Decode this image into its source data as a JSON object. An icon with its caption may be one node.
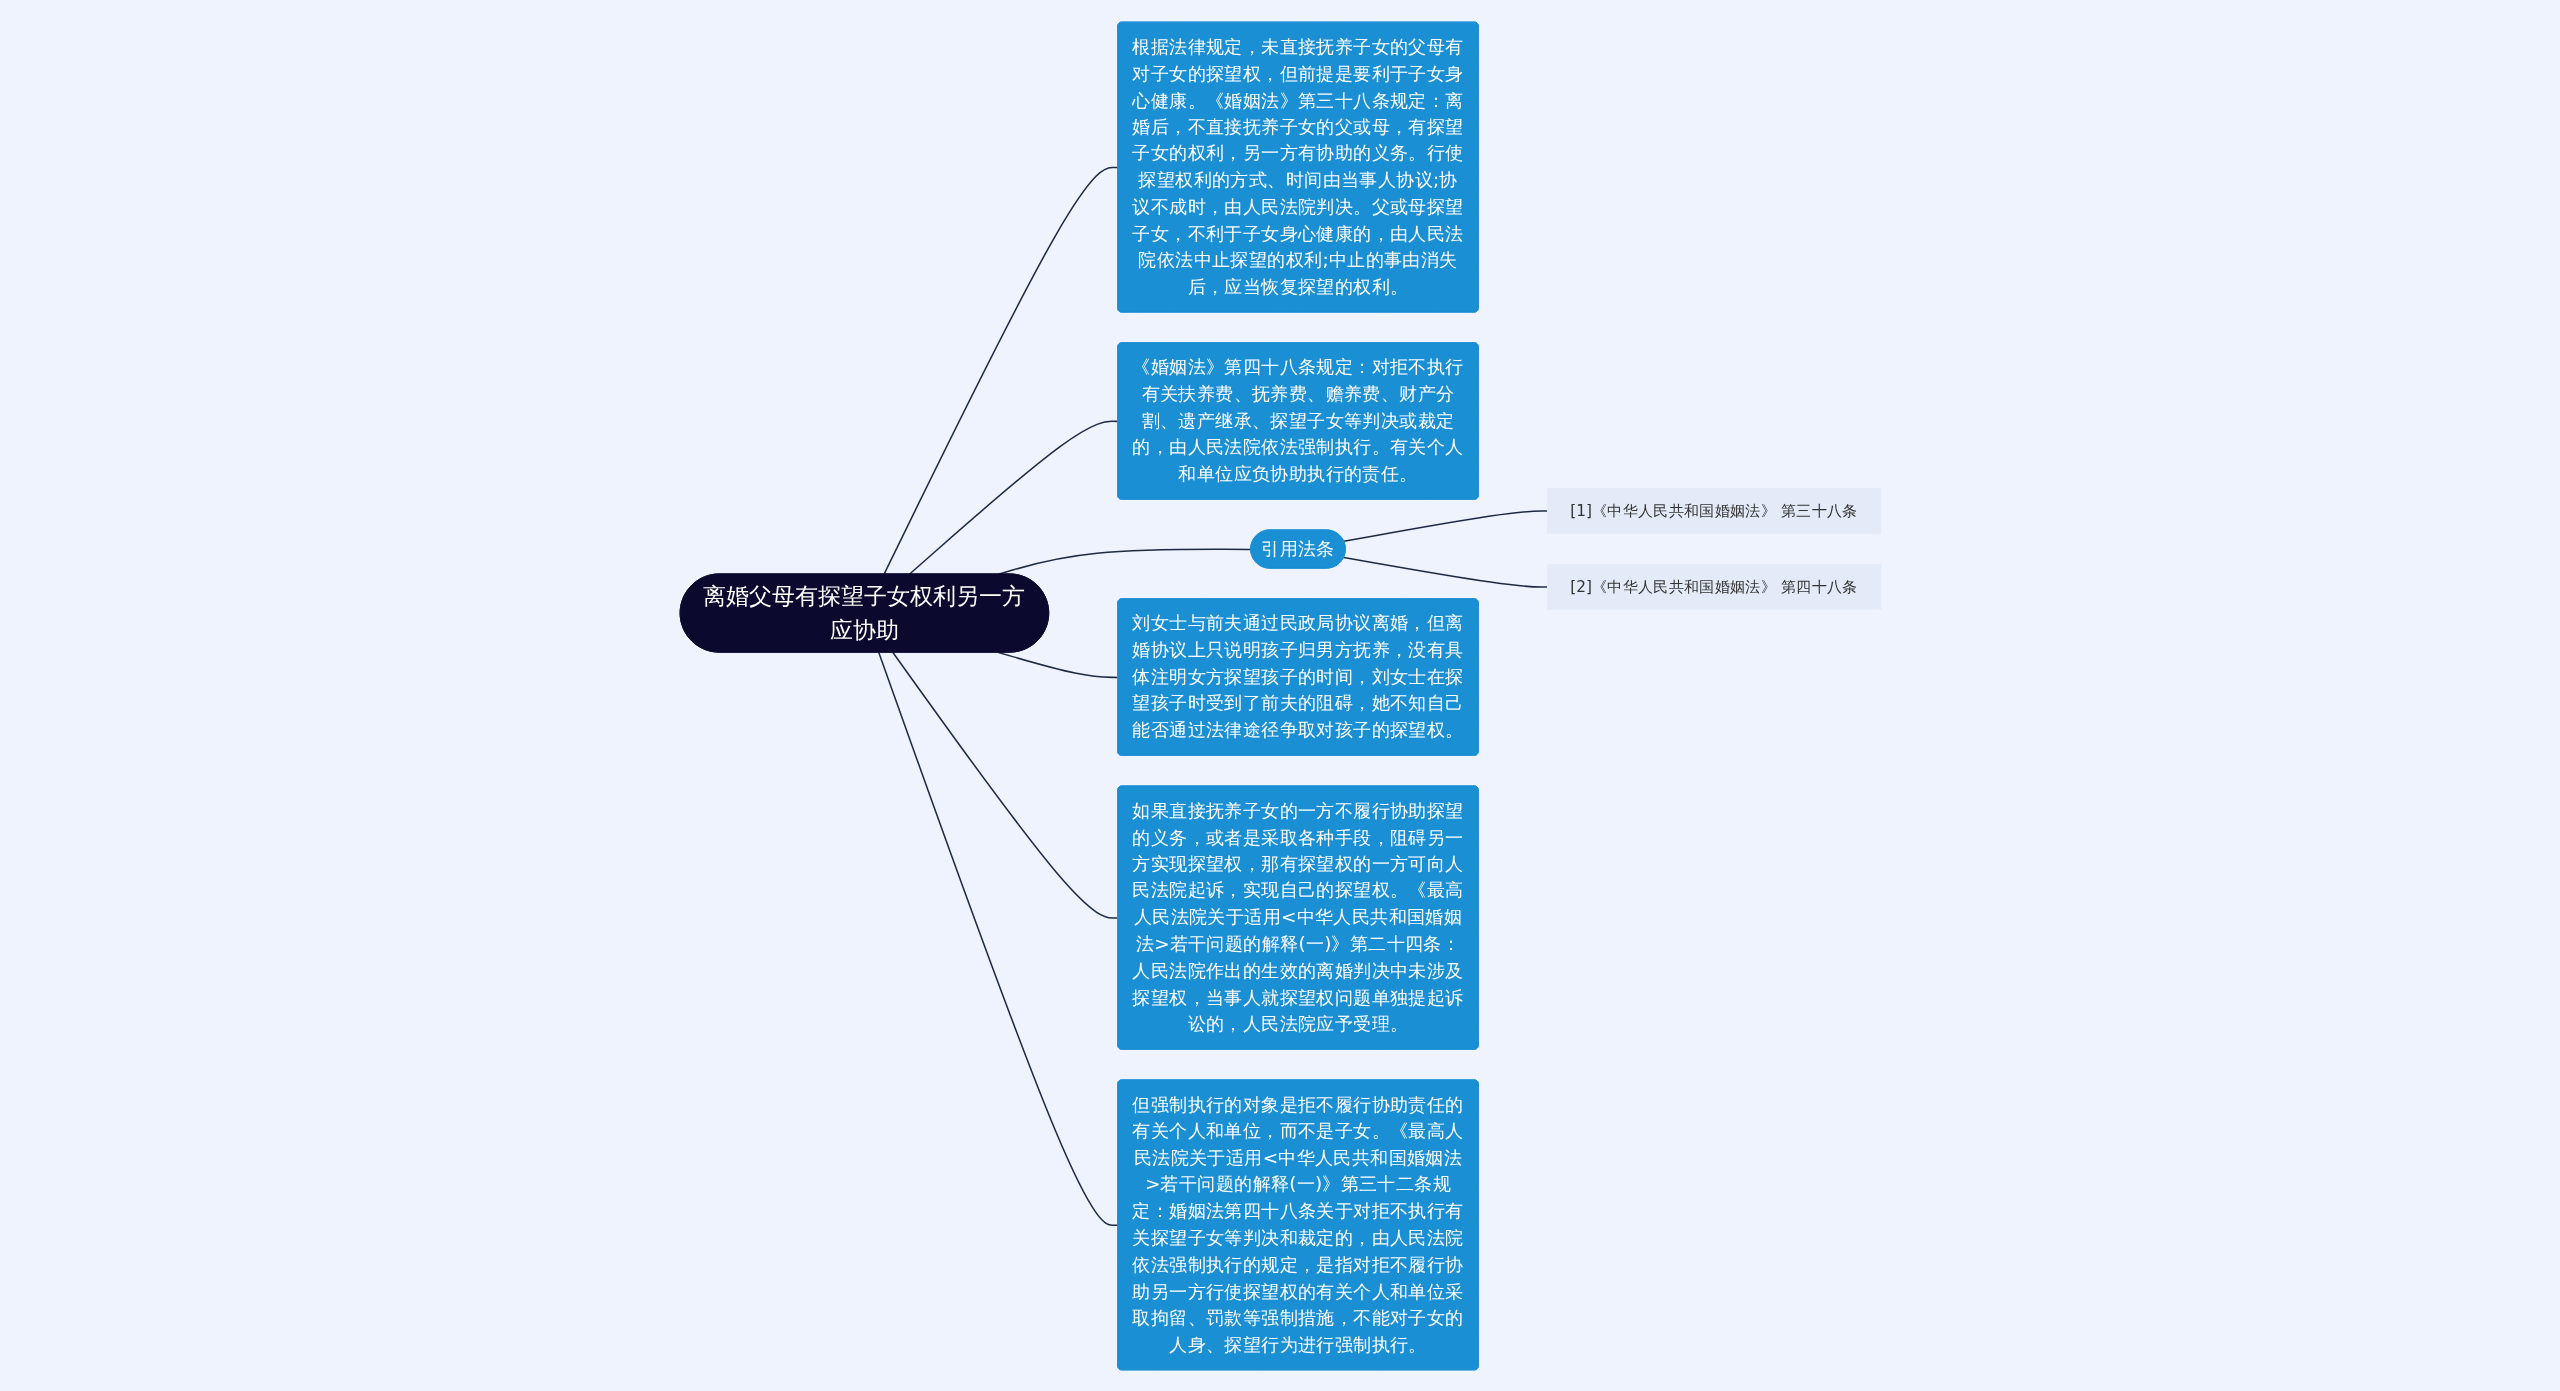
{
  "diagram": {
    "nodes": [
      {
        "text": [
          "离婚父母有探望子女权利另一方应协助"
        ]
      },
      {
        "text": [
          "根据法律规定，未直接抚养子女的父母有对子女的探望权，但前提是要利于子女身心健康。《婚姻法》第三十八条规定：离婚后，不直接抚养子女的父或母，有探望子女的权利，另一方有协助的义务。行使探望权利的方式、时间由当事人协议;协议不成时，由人民法院判决。父或母探望子女，不利于子女身心健康的，由人民法院依法中止探望的权利;中止的事由消失后，应当恢复探望的权利。"
        ]
      },
      {
        "text": [
          "《婚姻法》第四十八条规定：对拒不执行有关扶养费、抚养费、赡养费、财产分割、遗产继承、探望子女等判决或裁定的，由人民法院依法强制执行。有关个人和单位应负协助执行的责任。"
        ]
      },
      {
        "text": [
          "引用法条"
        ]
      },
      {
        "text": [
          "[1]《中华人民共和国婚姻法》 第三十八条"
        ]
      },
      {
        "text": [
          "[2]《中华人民共和国婚姻法》 第四十八条"
        ]
      },
      {
        "text": [
          "刘女士与前夫通过民政局协议离婚，但离婚协议上只说明孩子归男方抚养，没有具体注明女方探望孩子的时间，刘女士在探望孩子时受到了前夫的阻碍，她不知自己能否通过法律途径争取对孩子的探望权。"
        ]
      },
      {
        "text": [
          "如果直接抚养子女的一方不履行协助探望的义务，或者是采取各种手段，阻碍另一方实现探望权，那有探望权的一方可向人民法院起诉，实现自己的探望权。《最高人民法院关于适用<中华人民共和国婚姻法>若干问题的解释(一)》第二十四条：人民法院作出的生效的离婚判决中未涉及探望权，当事人就探望权问题单独提起诉讼的，人民法院应予受理。"
        ]
      },
      {
        "text": [
          "但强制执行的对象是拒不履行协助责任的有关个人和单位，而不是子女。《最高人民法院关于适用<中华人民共和国婚姻法>若干问题的解释(一)》第三十二条规定：婚姻法第四十八条关于对拒不执行有关探望子女等判决和裁定的，由人民法院依法强制执行的规定，是指对拒不履行协助另一方行使探望权的有关个人和单位采取拘留、罚款等强制措施，不能对子女的人身、探望行为进行强制执行。"
        ]
      }
    ],
    "edges": [
      {
        "from": 0,
        "to": 1,
        "arrow": "none"
      },
      {
        "from": 0,
        "to": 2,
        "arrow": "none"
      },
      {
        "from": 0,
        "to": 3,
        "arrow": "none"
      },
      {
        "from": 3,
        "to": 4,
        "arrow": "none"
      },
      {
        "from": 3,
        "to": 5,
        "arrow": "none"
      },
      {
        "from": 0,
        "to": 6,
        "arrow": "none"
      },
      {
        "from": 0,
        "to": 7,
        "arrow": "none"
      },
      {
        "from": 0,
        "to": 8,
        "arrow": "none"
      }
    ]
  }
}
